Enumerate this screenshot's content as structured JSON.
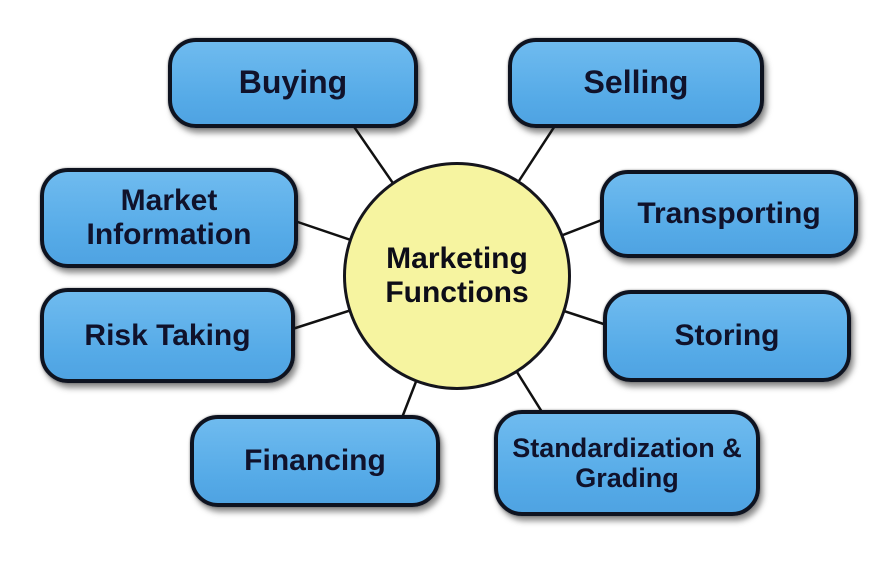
{
  "diagram": {
    "type": "radial-spoke-diagram",
    "center": {
      "label": "Marketing Functions",
      "shape": "circle",
      "fill": "#f6f4a0",
      "border": "#15151c"
    },
    "nodes": {
      "buying": {
        "label": "Buying"
      },
      "selling": {
        "label": "Selling"
      },
      "market_information": {
        "label": "Market Information"
      },
      "transporting": {
        "label": "Transporting"
      },
      "risk_taking": {
        "label": "Risk Taking"
      },
      "storing": {
        "label": "Storing"
      },
      "financing": {
        "label": "Financing"
      },
      "standardization_grading": {
        "label": "Standardization & Grading"
      }
    },
    "connections": [
      {
        "from": "center",
        "to": "buying"
      },
      {
        "from": "center",
        "to": "selling"
      },
      {
        "from": "center",
        "to": "market_information"
      },
      {
        "from": "center",
        "to": "transporting"
      },
      {
        "from": "center",
        "to": "risk_taking"
      },
      {
        "from": "center",
        "to": "storing"
      },
      {
        "from": "center",
        "to": "financing"
      },
      {
        "from": "center",
        "to": "standardization_grading"
      }
    ],
    "colors": {
      "node_fill": "#55aae7",
      "node_border": "#0e1320",
      "node_text": "#10122b",
      "center_fill": "#f6f4a0",
      "connector_line": "#111111",
      "background": "#ffffff"
    }
  }
}
